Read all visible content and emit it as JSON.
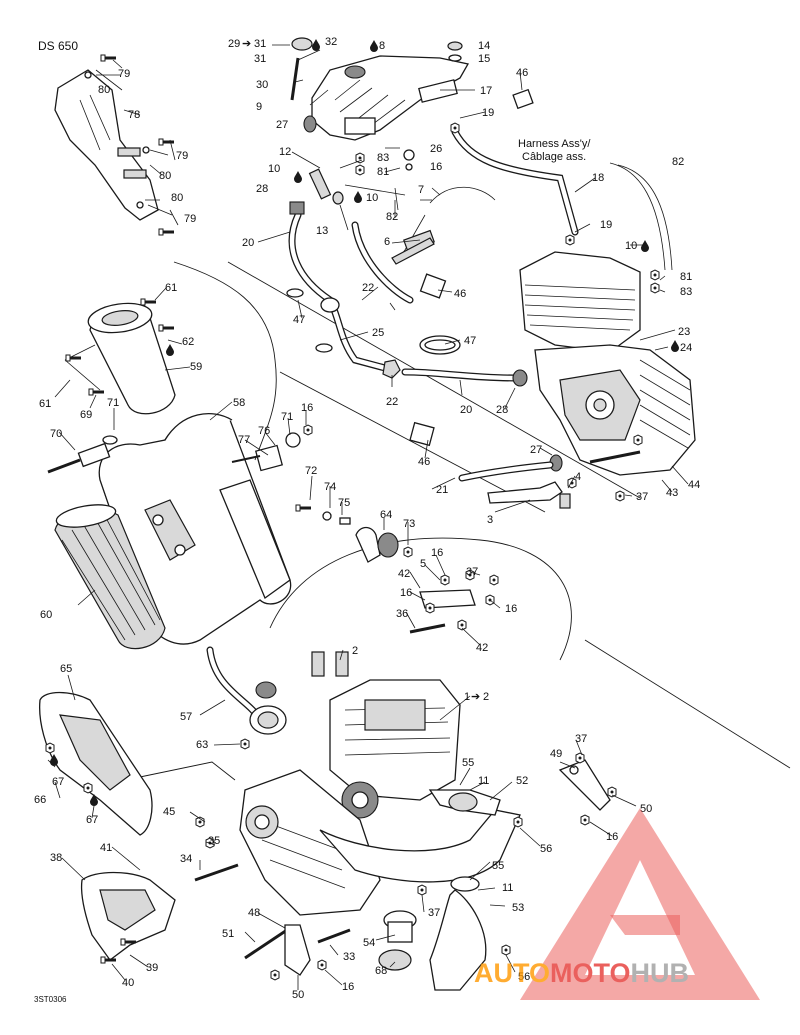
{
  "diagram": {
    "model_label": "DS 650",
    "harness_note_line1": "Harness Ass'y/",
    "harness_note_line2": "Câblage ass.",
    "drawing_code": "3ST0306",
    "watermark_parts": [
      "AUTO",
      "MOTO",
      "HUB"
    ],
    "colors": {
      "line": "#1a1a1a",
      "fill_gray": "#d9d9d9",
      "watermark_red": "#e53935",
      "watermark_orange": "#ff9800",
      "watermark_gray": "#9e9e9e"
    },
    "callouts": [
      "79",
      "80",
      "78",
      "79",
      "80",
      "80",
      "79",
      "29",
      "31",
      "31",
      "32",
      "8",
      "14",
      "15",
      "30",
      "9",
      "17",
      "27",
      "19",
      "46",
      "12",
      "83",
      "26",
      "81",
      "16",
      "10",
      "28",
      "10",
      "13",
      "82",
      "7",
      "6",
      "20",
      "22",
      "46",
      "18",
      "82",
      "19",
      "10",
      "81",
      "83",
      "47",
      "25",
      "47",
      "22",
      "20",
      "28",
      "23",
      "24",
      "61",
      "62",
      "59",
      "61",
      "69",
      "71",
      "70",
      "58",
      "77",
      "76",
      "71",
      "16",
      "27",
      "4",
      "37",
      "44",
      "43",
      "21",
      "46",
      "3",
      "72",
      "74",
      "75",
      "64",
      "73",
      "16",
      "5",
      "37",
      "42",
      "16",
      "16",
      "36",
      "42",
      "2",
      "1",
      "2",
      "60",
      "65",
      "57",
      "63",
      "67",
      "66",
      "67",
      "45",
      "35",
      "34",
      "38",
      "41",
      "55",
      "11",
      "52",
      "49",
      "37",
      "50",
      "16",
      "56",
      "55",
      "11",
      "53",
      "37",
      "54",
      "68",
      "56",
      "48",
      "51",
      "33",
      "39",
      "40",
      "50",
      "16"
    ]
  }
}
